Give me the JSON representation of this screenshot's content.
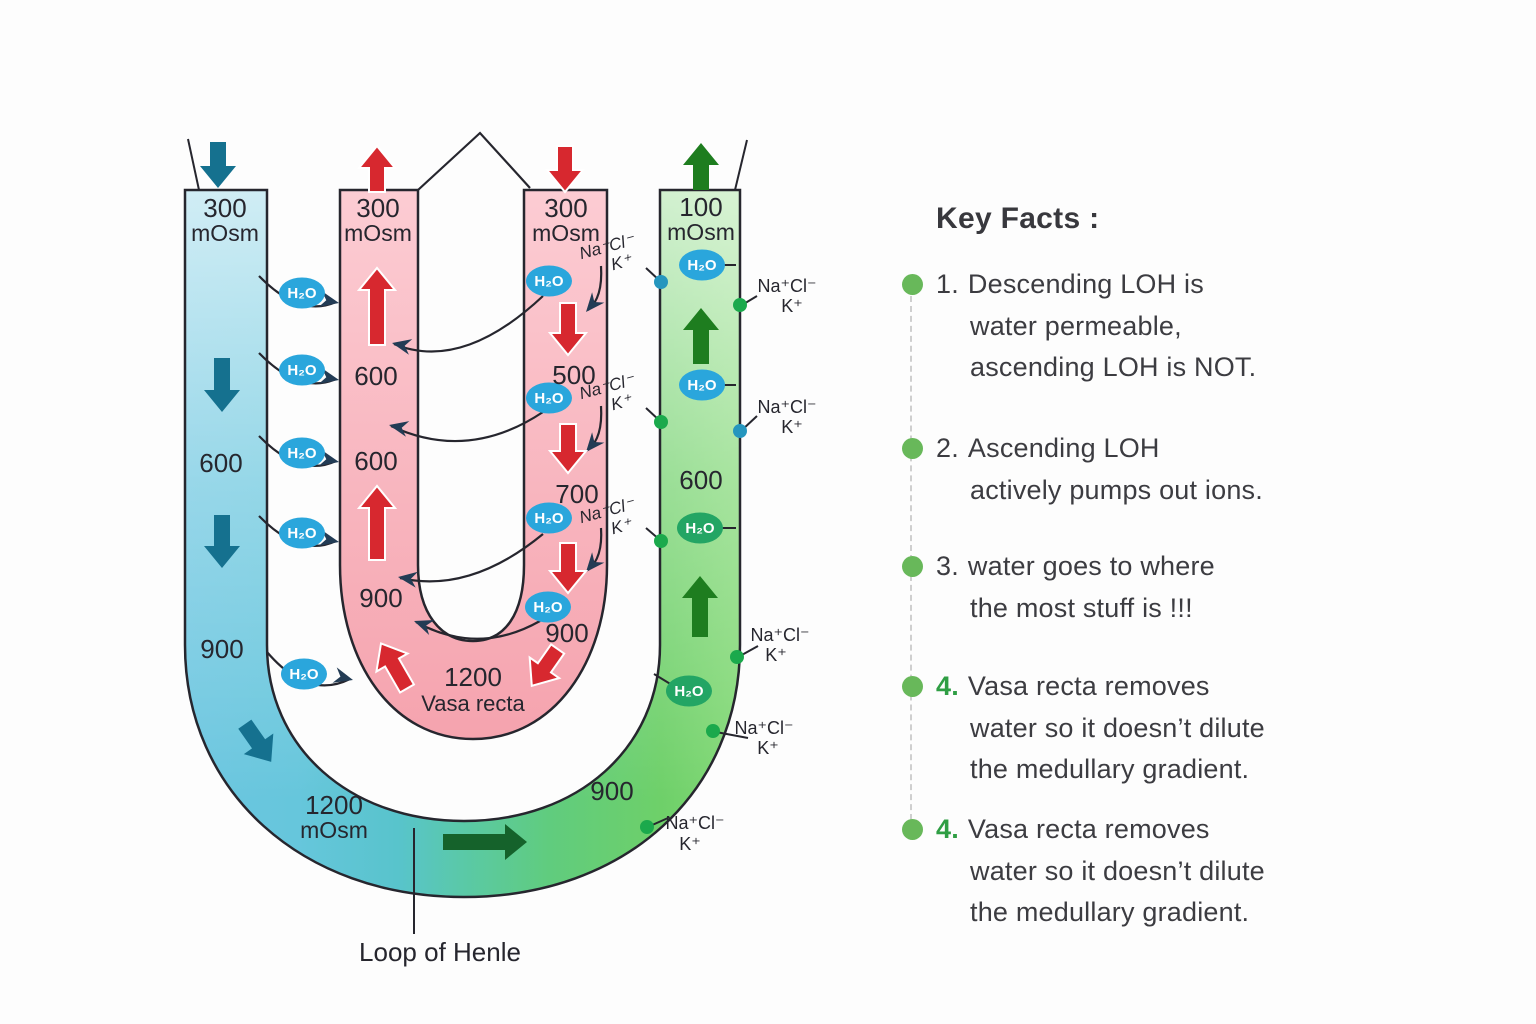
{
  "diagram": {
    "h2o": "H₂O",
    "nacl": "Na⁺Cl⁻",
    "k": "K⁺",
    "tube1": {
      "osm": "300",
      "unit": "mOsm",
      "v1": "600",
      "v2": "900"
    },
    "tube2": {
      "osm": "300",
      "unit": "mOsm",
      "v1": "600",
      "v2": "600",
      "v3": "900"
    },
    "tube3": {
      "osm": "300",
      "unit": "mOsm",
      "v1": "500",
      "v2": "700",
      "v3": "900"
    },
    "tube4": {
      "osm": "100",
      "unit": "mOsm",
      "v1": "600",
      "v2": "900"
    },
    "vasa_bottom": {
      "v": "1200",
      "label": "Vasa recta"
    },
    "loop_bottom": {
      "v": "1200",
      "unit": "mOsm"
    },
    "loop_label": "Loop of Henle"
  },
  "key_facts": {
    "heading": "Key Facts :",
    "items": [
      {
        "num": "1.",
        "lines": [
          "Descending LOH is",
          "water permeable,",
          "ascending LOH is NOT."
        ]
      },
      {
        "num": "2.",
        "lines": [
          "Ascending LOH",
          "actively pumps out ions."
        ]
      },
      {
        "num": "3.",
        "lines": [
          "water goes to where",
          "the most stuff is !!!"
        ]
      },
      {
        "num": "4.",
        "lines": [
          "Vasa recta removes",
          "water so it doesn’t dilute",
          "the medullary gradient."
        ]
      },
      {
        "num": "4.",
        "lines": [
          "Vasa recta removes",
          "water so it doesn’t dilute",
          "the medullary gradient."
        ]
      }
    ]
  },
  "colors": {
    "red_arrow": "#d7282f",
    "teal_arrow": "#15718f",
    "green_arrow": "#1e7d1f",
    "dark_green_arrow": "#15622b",
    "h2o_blue": "#2aa6dc",
    "h2o_green": "#23a564",
    "ion_dot_green": "#1ba94c",
    "ion_dot_blue": "#2596be",
    "bullet_green": "#68b85a",
    "number_green": "#2f9e44",
    "outline": "#26262e"
  }
}
